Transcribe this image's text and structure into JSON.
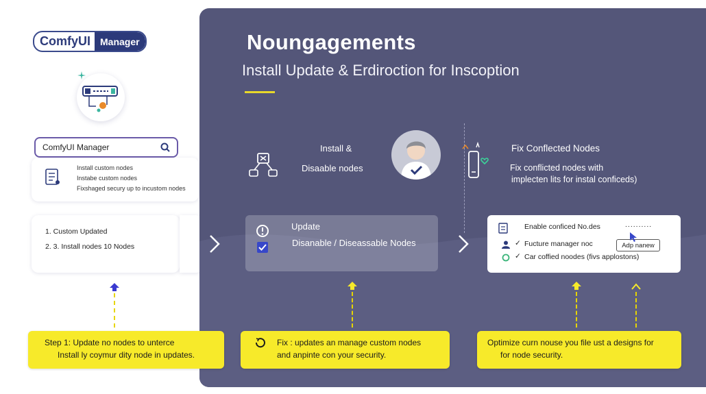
{
  "logo": {
    "part1": "ComfyUI",
    "part2": "Manager"
  },
  "left": {
    "search_label": "ComfyUI Manager",
    "list_items": [
      "Install custom nodes",
      "Instabe custom nodes",
      "Fixshaged secury up to incustom nodes"
    ],
    "steps": [
      "1.  Custom Updated",
      "2.  3. Install nodes 10 Nodes"
    ]
  },
  "panel": {
    "title": "Noungagements",
    "subtitle": "Install Update & Erdiroction for Inscoption",
    "install_line1": "Install &",
    "install_line2": "Disaable nodes",
    "fix_title": "Fix Conflected Nodes",
    "fix_line1": "Fix conflicted nodes with",
    "fix_line2": "implecten lits for instal conficeds)",
    "ghost_line1": "Update",
    "ghost_line2": "Disanable / Diseassable Nodes",
    "white_box": {
      "line1": "Enable conficed No.des",
      "dots": "..........",
      "line2": "Fucture manager noc",
      "line3": "Car coffied noodes (fivs applostons)",
      "button": "Adp nanew"
    }
  },
  "callouts": [
    {
      "line1": "Step 1: Update no nodes to unterce",
      "line2": "Install ly coymur dity node in updates."
    },
    {
      "line1": "Fix : updates an manage custom nodes",
      "line2": "and anpinte con your security."
    },
    {
      "line1": "Optimize curn nouse you file ust a designs for",
      "line2": "for node security."
    }
  ],
  "colors": {
    "panel": "#545679",
    "accent_yellow": "#f7ea2a",
    "navy": "#2c3a7a"
  }
}
